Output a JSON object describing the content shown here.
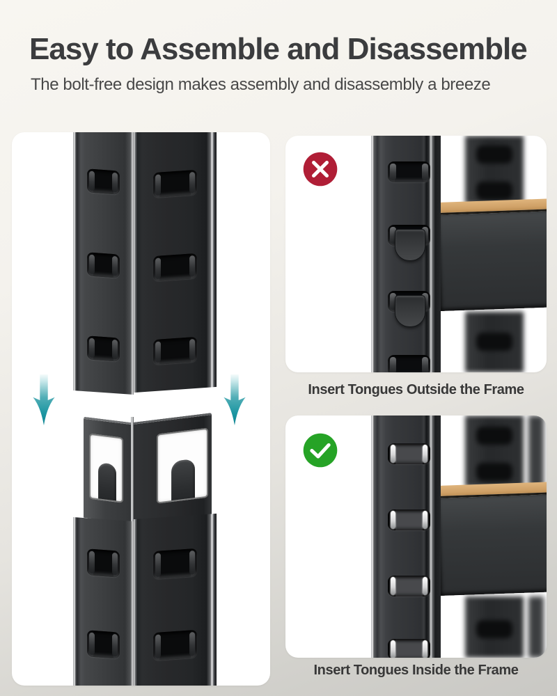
{
  "header": {
    "title": "Easy to Assemble and Disassemble",
    "subtitle": "The bolt-free design makes assembly and disassembly a breeze"
  },
  "steps": {
    "wrong": {
      "badge_icon": "cross-icon",
      "caption": "Insert Tongues Outside the Frame"
    },
    "correct": {
      "badge_icon": "check-icon",
      "caption": "Insert Tongues Inside the Frame"
    }
  },
  "icons": [
    "cross-icon",
    "check-icon",
    "down-arrow-icon"
  ],
  "colors": {
    "badge_red": "#B01E36",
    "badge_green": "#26A326",
    "arrow_teal": "#0D8492",
    "arrow_teal_light": "#D9F0F1",
    "wood": "#CFA066",
    "panel_white": "#FFFFFF",
    "title_text": "#3B3C3E",
    "caption_text": "#383838",
    "background_top": "#F8F6F1",
    "background_bottom": "#C9C8C4"
  }
}
